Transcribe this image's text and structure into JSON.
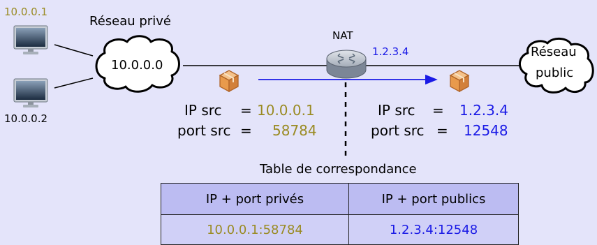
{
  "hosts": {
    "host1_ip": "10.0.0.1",
    "host2_ip": "10.0.0.2"
  },
  "private_network": {
    "label": "Réseau privé",
    "cloud_ip": "10.0.0.0"
  },
  "nat": {
    "label": "NAT",
    "public_ip": "1.2.3.4"
  },
  "public_network": {
    "line1": "Réseau",
    "line2": "public"
  },
  "packet_before": {
    "ip_label": "IP src",
    "ip_value": "10.0.0.1",
    "port_label": "port src",
    "port_value": "58784"
  },
  "packet_after": {
    "ip_label": "IP src",
    "ip_value": "1.2.3.4",
    "port_label": "port src",
    "port_value": "12548"
  },
  "equals_sign": "=",
  "table": {
    "title": "Table de correspondance",
    "headers": [
      "IP + port privés",
      "IP + port publics"
    ],
    "rows": [
      [
        "10.0.0.1:58784",
        "1.2.3.4:12548"
      ]
    ]
  },
  "colors": {
    "background": "#e4e4fa",
    "private": "#9a8b23",
    "public": "#1a1ae6",
    "header_fill": "#bcbcf2",
    "cell_fill": "#d0d0f7"
  },
  "icons": [
    "computer-icon",
    "router-icon",
    "package-icon",
    "cloud-icon"
  ]
}
